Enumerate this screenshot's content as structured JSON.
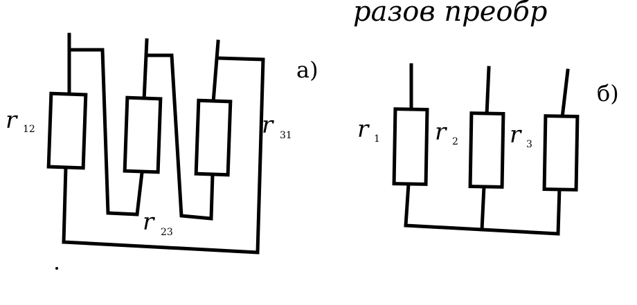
{
  "caption": "разов преобр",
  "panel_a": {
    "label": "а)",
    "resistors": {
      "r12": {
        "symbol": "r",
        "sub": "12"
      },
      "r23": {
        "symbol": "r",
        "sub": "23"
      },
      "r31": {
        "symbol": "r",
        "sub": "31"
      }
    }
  },
  "panel_b": {
    "label": "б)",
    "resistors": {
      "r1": {
        "symbol": "r",
        "sub": "1"
      },
      "r2": {
        "symbol": "r",
        "sub": "2"
      },
      "r3": {
        "symbol": "r",
        "sub": "3"
      }
    }
  }
}
